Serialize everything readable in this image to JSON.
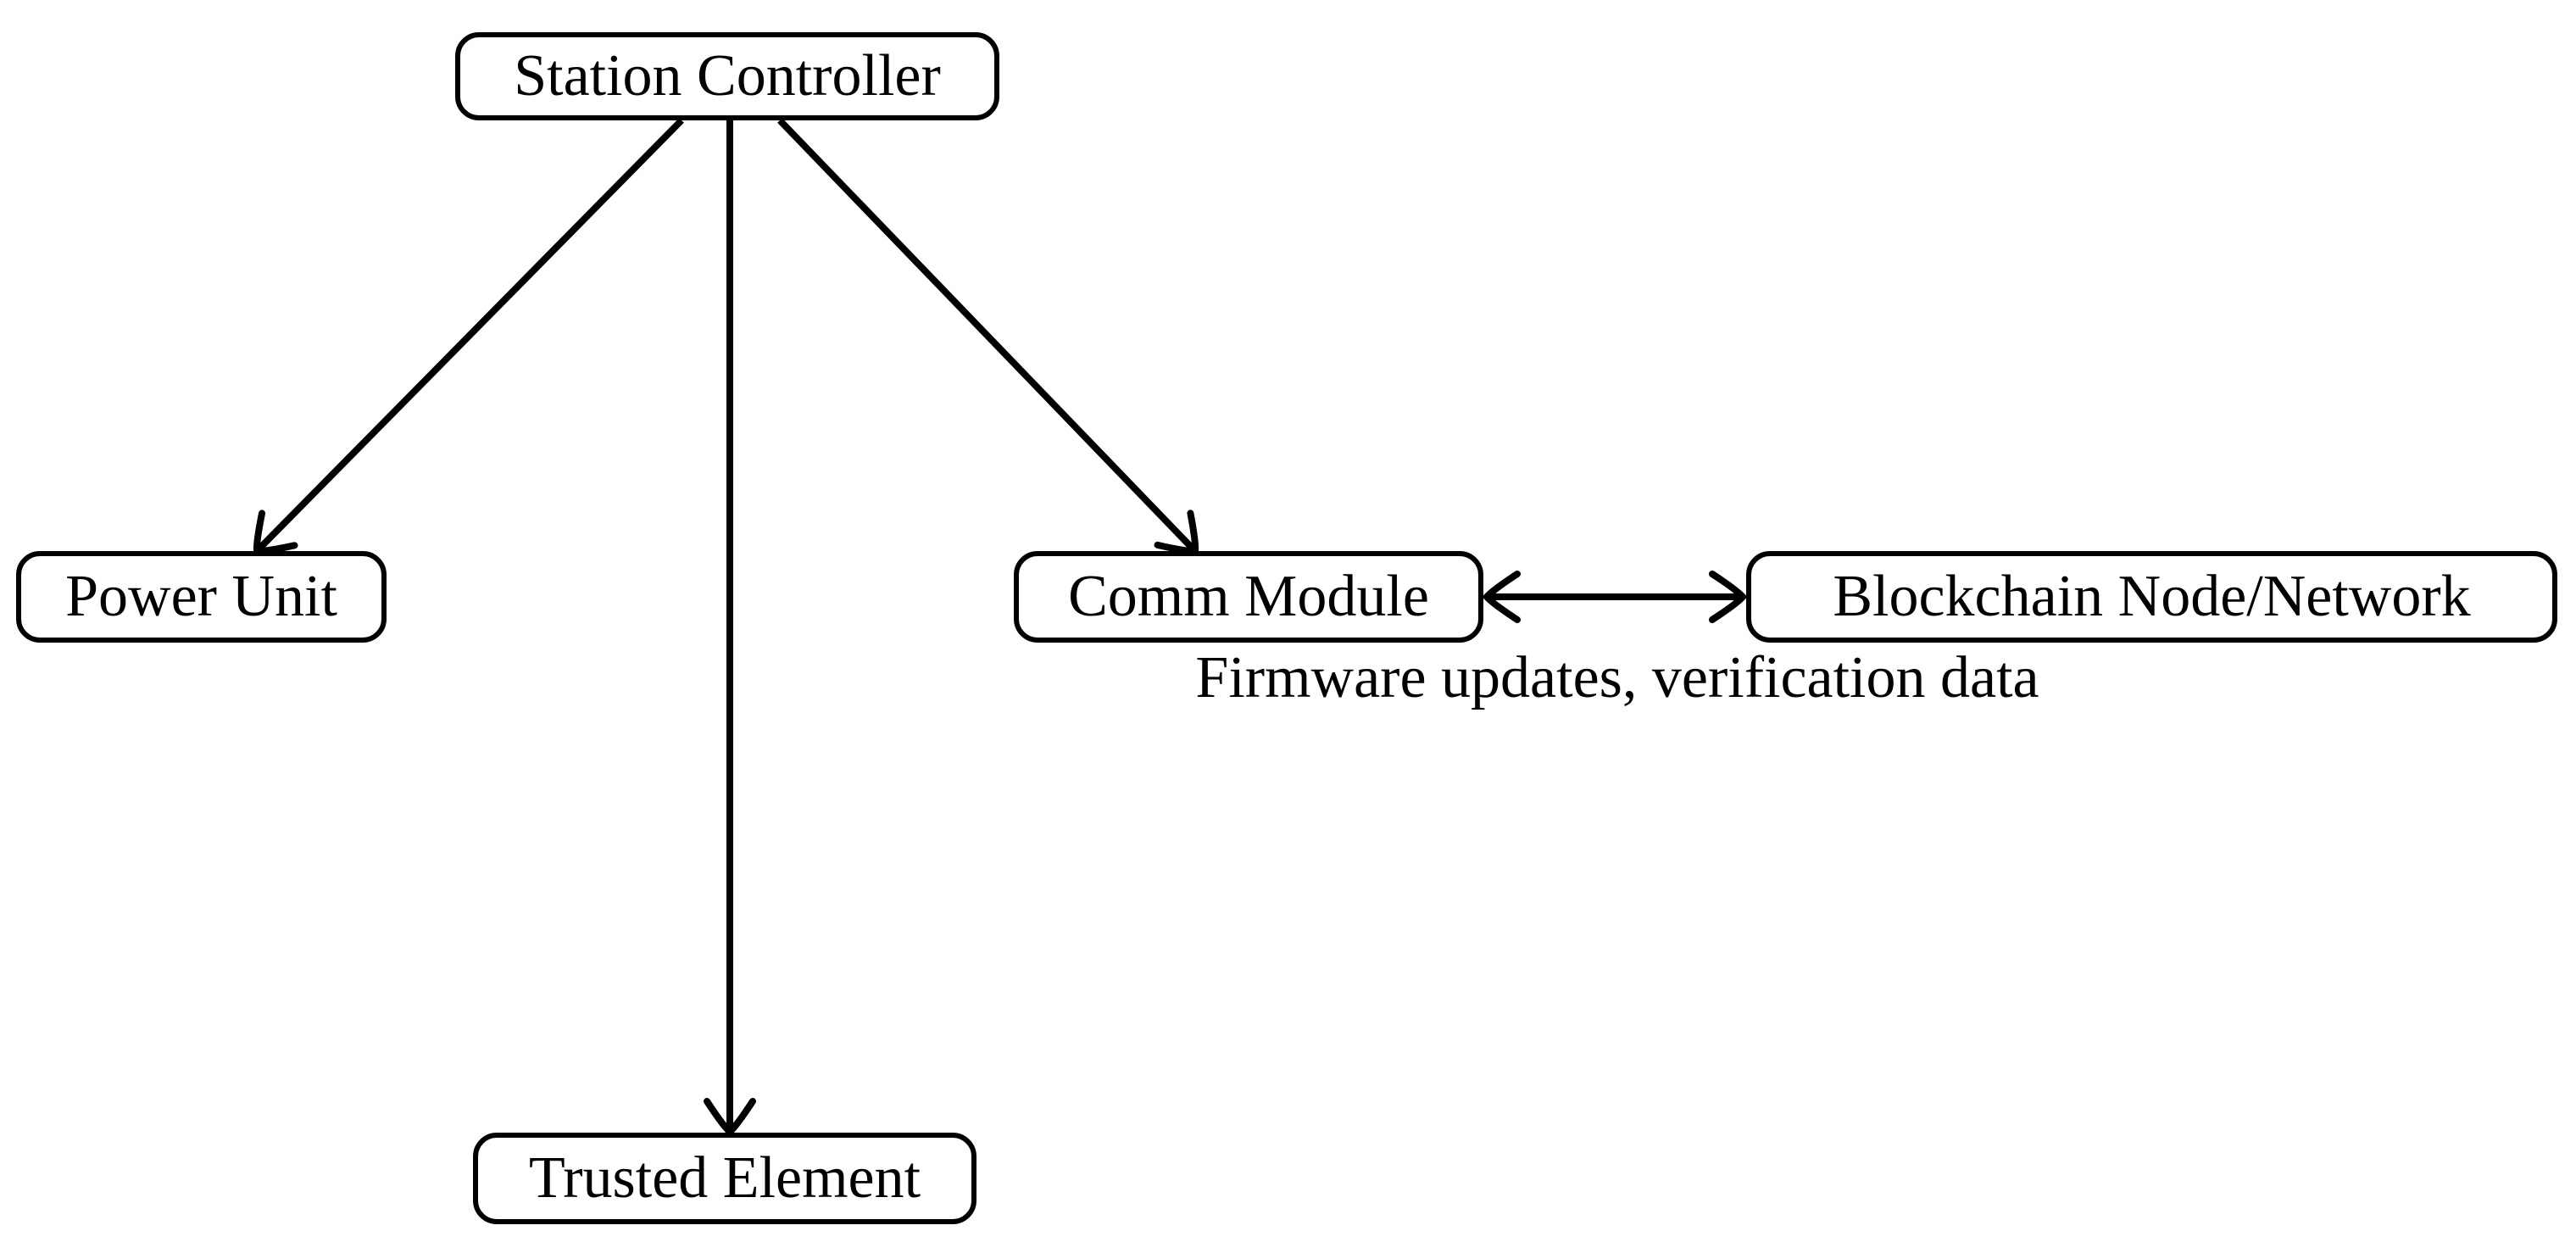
{
  "diagram": {
    "type": "block-diagram",
    "colors": {
      "background": "#ffffff",
      "stroke": "#000000",
      "text": "#000000",
      "node_fill": "#ffffff"
    },
    "nodes": [
      {
        "id": "station-controller",
        "label": "Station Controller"
      },
      {
        "id": "power-unit",
        "label": "Power Unit"
      },
      {
        "id": "comm-module",
        "label": "Comm Module"
      },
      {
        "id": "blockchain-node-network",
        "label": "Blockchain Node/Network"
      },
      {
        "id": "trusted-element",
        "label": "Trusted Element"
      }
    ],
    "edges": [
      {
        "from": "station-controller",
        "to": "power-unit",
        "style": "arrow",
        "label": ""
      },
      {
        "from": "station-controller",
        "to": "trusted-element",
        "style": "arrow",
        "label": ""
      },
      {
        "from": "station-controller",
        "to": "comm-module",
        "style": "arrow",
        "label": ""
      },
      {
        "from": "comm-module",
        "to": "blockchain-node-network",
        "style": "double-arrow",
        "label": "Firmware updates, verification data"
      }
    ]
  }
}
